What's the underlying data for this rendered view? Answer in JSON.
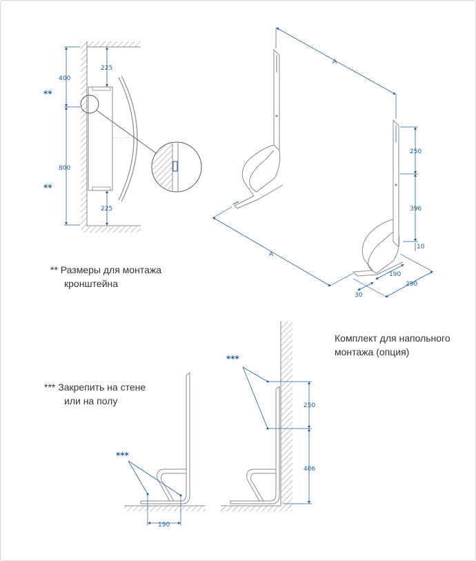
{
  "dims": {
    "top_400": "400",
    "top_225": "225",
    "mid_800": "800",
    "bottom_225": "225",
    "iso_a_top": "A",
    "iso_a_bottom": "A",
    "iso_250": "250",
    "iso_396": "396",
    "iso_10": "10",
    "iso_190": "190",
    "iso_290": "290",
    "iso_30": "30",
    "floor_190": "190",
    "wall_250": "250",
    "wall_406": "406"
  },
  "marks": {
    "double_star": "**",
    "triple_star": "***"
  },
  "notes": {
    "bracket_line1": "** Размеры для монтажа",
    "bracket_line2": "кронштейна",
    "floor_kit_line1": "Комплект для напольного",
    "floor_kit_line2": "монтажа (опция)",
    "fix_line1": "*** Закрепить на стене",
    "fix_line2": "или на полу"
  },
  "colors": {
    "dimension": "#1f5f9e",
    "line": "#8a8a8a",
    "text": "#333333"
  }
}
